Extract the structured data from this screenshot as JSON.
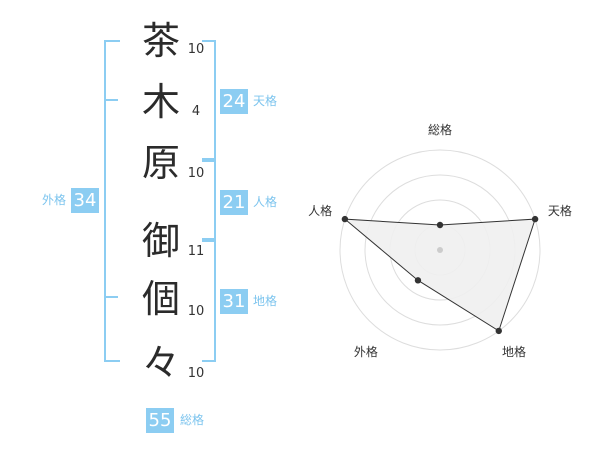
{
  "characters": [
    {
      "char": "茶",
      "strokes": "10"
    },
    {
      "char": "木",
      "strokes": "4"
    },
    {
      "char": "原",
      "strokes": "10"
    },
    {
      "char": "御",
      "strokes": "11"
    },
    {
      "char": "個",
      "strokes": "10"
    },
    {
      "char": "々",
      "strokes": "10"
    }
  ],
  "fortune": {
    "tenkaku": {
      "value": "24",
      "label": "天格"
    },
    "jinkaku": {
      "value": "21",
      "label": "人格"
    },
    "chikaku": {
      "value": "31",
      "label": "地格"
    },
    "gaikaku": {
      "value": "34",
      "label": "外格"
    },
    "soukaku": {
      "value": "55",
      "label": "総格"
    }
  },
  "colors": {
    "accent": "#8ccdf2",
    "polygon_fill": "#efefef",
    "ring": "#dddddd",
    "point": "#333333"
  },
  "chart_data": {
    "type": "radar",
    "axes": [
      "総格",
      "天格",
      "地格",
      "外格",
      "人格"
    ],
    "levels": 4,
    "values": [
      1,
      4,
      4,
      1.5,
      4
    ],
    "max": 4
  }
}
